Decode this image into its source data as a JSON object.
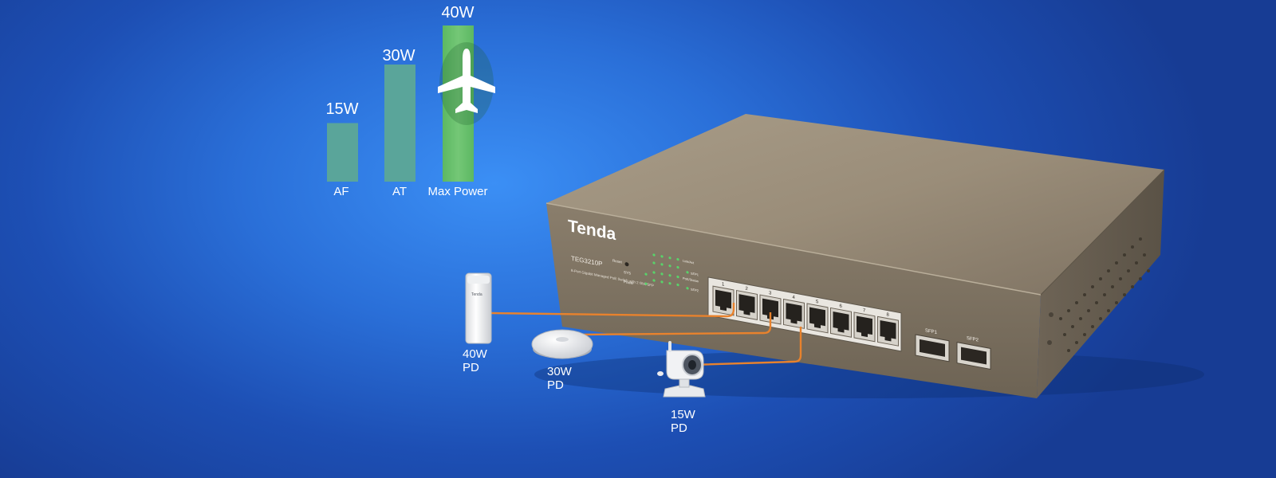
{
  "chart_data": {
    "type": "bar",
    "categories": [
      "AF",
      "AT",
      "Max Power"
    ],
    "values": [
      15,
      30,
      40
    ],
    "value_labels": [
      "15W",
      "30W",
      "40W"
    ],
    "colors": [
      "#5aa59a",
      "#5aa59a",
      "#6abf6e"
    ],
    "ylim": [
      0,
      40
    ]
  },
  "switch": {
    "brand": "Tenda",
    "model": "TEG3210P",
    "subtitle": "8-Port Gigabit Managed PoE Switch with 2 Gbit SFP",
    "leds": {
      "reset": "Reset",
      "sys": "SYS",
      "power": "Power",
      "linkact": "Link/Act",
      "poe": "PoE/Status",
      "sfp1": "SFP1",
      "sfp2": "SFP2"
    },
    "port_numbers": [
      "1",
      "2",
      "3",
      "4",
      "5",
      "6",
      "7",
      "8"
    ],
    "sfp_labels": [
      "SFP1",
      "SFP2"
    ],
    "body_color": "#8c8170",
    "cable_color": "#e8822d"
  },
  "devices": {
    "outdoor_ap": {
      "logo": "Tenda",
      "power": "40W",
      "type": "PD"
    },
    "ceiling_ap": {
      "power": "30W",
      "type": "PD"
    },
    "camera": {
      "power": "15W",
      "type": "PD"
    }
  }
}
